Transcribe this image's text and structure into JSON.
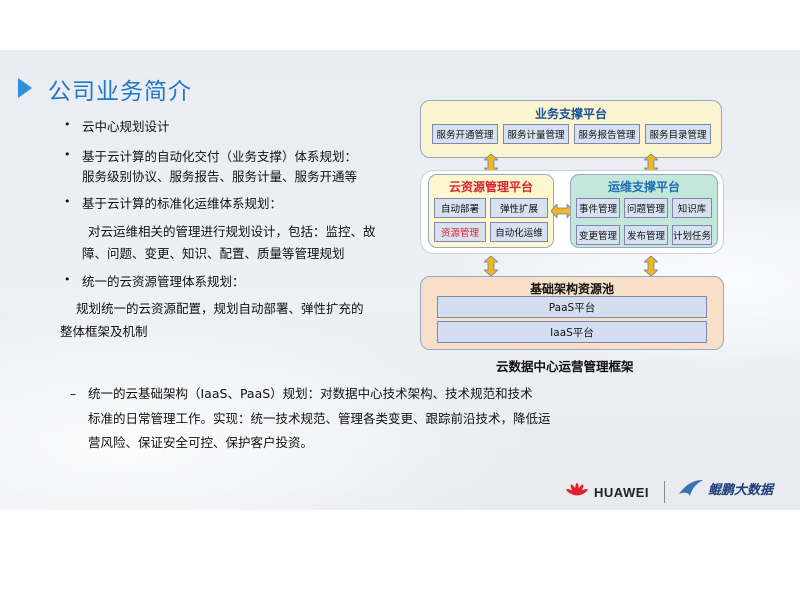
{
  "title": "公司业务简介",
  "text": {
    "b1": "云中心规划设计",
    "b2": "基于云计算的自动化交付（业务支撑）体系规划：",
    "b2_detail": "服务级别协议、服务报告、服务计量、服务开通等",
    "b3": "基于云计算的标准化运维体系规划：",
    "b3_detail_1": "对云运维相关的管理进行规划设计，包括：监控、故",
    "b3_detail_2": "障、问题、变更、知识、配置、质量等管理规划",
    "b4": "统一的云资源管理体系规划：",
    "b4_detail_1": "规划统一的云资源配置，规划自动部署、弹性扩充的",
    "b4_detail_2": "整体框架及机制",
    "b5_marker": "–",
    "b5_1": "统一的云基础架构（IaaS、PaaS）规划：对数据中心技术架构、技术规范和技术",
    "b5_2": "标准的日常管理工作。实现：统一技术规范、管理各类变更、跟踪前沿技术，降低运",
    "b5_3": "营风险、保证安全可控、保护客户投资。"
  },
  "diagram": {
    "top_title": "业务支撑平台",
    "top_items": [
      "服务开通管理",
      "服务计量管理",
      "服务报告管理",
      "服务目录管理"
    ],
    "left_title": "云资源管理平台",
    "left_items": [
      "自动部署",
      "弹性扩展",
      "资源管理",
      "自动化运维"
    ],
    "right_title": "运维支撑平台",
    "right_items": [
      "事件管理",
      "问题管理",
      "知识库",
      "变更管理",
      "发布管理",
      "计划任务"
    ],
    "bottom_title": "基础架构资源池",
    "bottom_items": [
      "PaaS平台",
      "IaaS平台"
    ],
    "caption": "云数据中心运营管理框架"
  },
  "logos": {
    "huawei": "HUAWEI",
    "kunpeng": "鲲鹏大数据"
  },
  "colors": {
    "title": "#1f78c8",
    "highlight_red": "#e0202a",
    "left_title": "#d8262e",
    "right_title": "#1e6fb0",
    "top_title": "#1a4f9c"
  }
}
